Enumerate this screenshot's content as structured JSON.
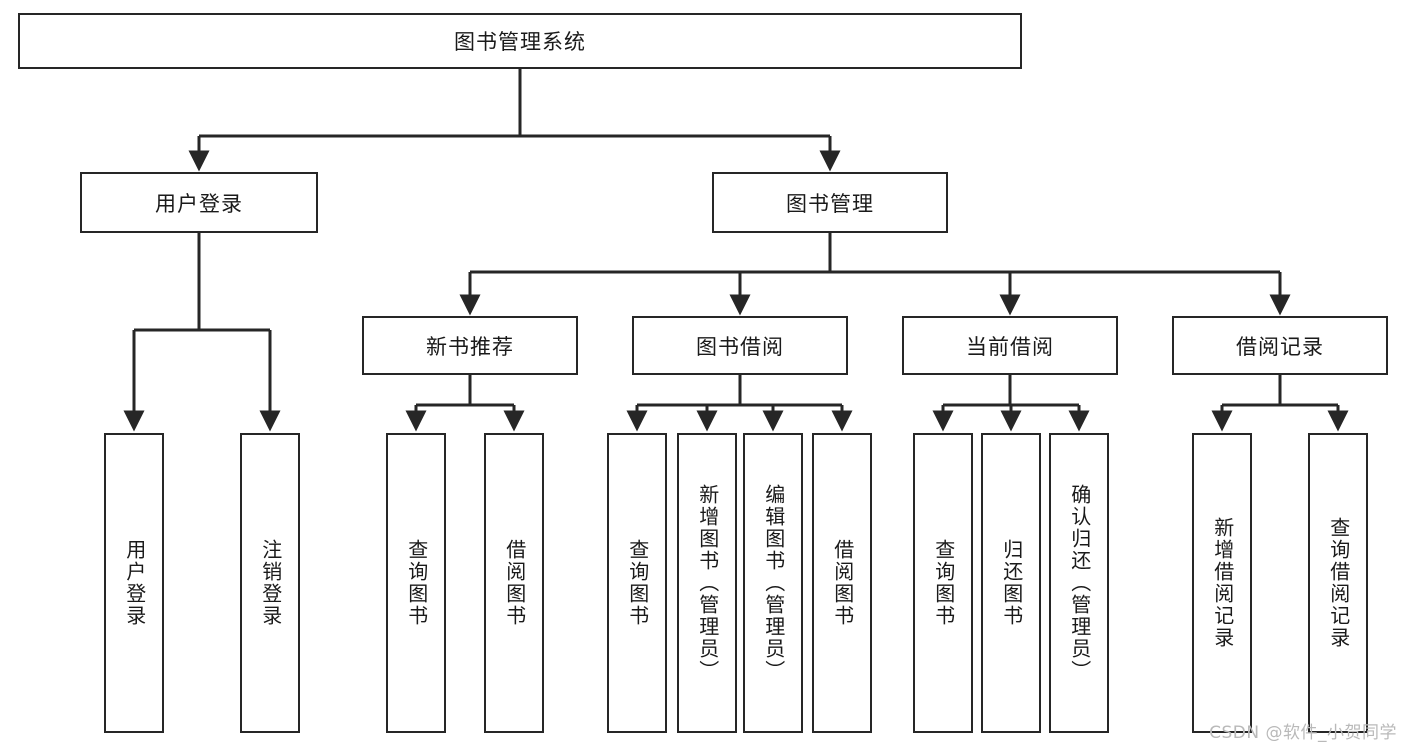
{
  "diagram": {
    "title": "图书管理系统",
    "type": "tree",
    "root": {
      "id": "root",
      "label": "图书管理系统"
    },
    "level2": [
      {
        "id": "user-login",
        "label": "用户登录"
      },
      {
        "id": "book-manage",
        "label": "图书管理"
      }
    ],
    "level3": [
      {
        "id": "new-book-rec",
        "label": "新书推荐",
        "parent": "book-manage"
      },
      {
        "id": "book-borrow",
        "label": "图书借阅",
        "parent": "book-manage"
      },
      {
        "id": "current-borrow",
        "label": "当前借阅",
        "parent": "book-manage"
      },
      {
        "id": "borrow-record",
        "label": "借阅记录",
        "parent": "book-manage"
      }
    ],
    "leaves": [
      {
        "id": "leaf-user-login",
        "label": "用户登录",
        "parent": "user-login"
      },
      {
        "id": "leaf-logout",
        "label": "注销登录",
        "parent": "user-login"
      },
      {
        "id": "leaf-query-book-1",
        "label": "查询图书",
        "parent": "new-book-rec"
      },
      {
        "id": "leaf-borrow-book-1",
        "label": "借阅图书",
        "parent": "new-book-rec"
      },
      {
        "id": "leaf-query-book-2",
        "label": "查询图书",
        "parent": "book-borrow"
      },
      {
        "id": "leaf-add-book",
        "label": "新增图书（管理员）",
        "parent": "book-borrow"
      },
      {
        "id": "leaf-edit-book",
        "label": "编辑图书（管理员）",
        "parent": "book-borrow"
      },
      {
        "id": "leaf-borrow-book-2",
        "label": "借阅图书",
        "parent": "book-borrow"
      },
      {
        "id": "leaf-query-book-3",
        "label": "查询图书",
        "parent": "current-borrow"
      },
      {
        "id": "leaf-return-book",
        "label": "归还图书",
        "parent": "current-borrow"
      },
      {
        "id": "leaf-confirm-return",
        "label": "确认归还（管理员）",
        "parent": "current-borrow"
      },
      {
        "id": "leaf-add-record",
        "label": "新增借阅记录",
        "parent": "borrow-record"
      },
      {
        "id": "leaf-query-record",
        "label": "查询借阅记录",
        "parent": "borrow-record"
      }
    ],
    "watermark": "CSDN @软件_小贺同学",
    "colors": {
      "stroke": "#262626",
      "fill": "#ffffff",
      "text": "#1a1a1a",
      "watermark": "#b9b9b9"
    }
  }
}
